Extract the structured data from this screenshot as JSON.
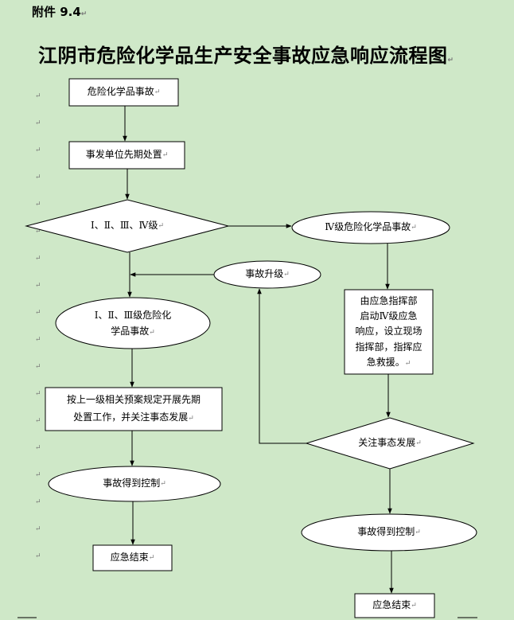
{
  "header": {
    "attachment_label": "附件 9.4",
    "title": "江阴市危险化学品生产安全事故应急响应流程图"
  },
  "flow": {
    "accident": "危险化学品事故",
    "first_response": "事发单位先期处置",
    "level_decision": "Ⅰ、Ⅱ、Ⅲ、Ⅳ级",
    "level4_accident": "Ⅳ级危险化学品事故",
    "upgrade": "事故升级",
    "level123_accident_line1": "Ⅰ、Ⅱ、Ⅲ级危险化",
    "level123_accident_line2": "学品事故",
    "command_line1": "由应急指挥部",
    "command_line2": "启动Ⅳ级应急",
    "command_line3": "响应，设立现场",
    "command_line4": "指挥部，指挥应",
    "command_line5": "急救援。",
    "higher_response_line1": "按上一级相关预案规定开展先期",
    "higher_response_line2": "处置工作，并关注事态发展",
    "monitor": "关注事态发展",
    "controlled_left": "事故得到控制",
    "controlled_right": "事故得到控制",
    "end_left": "应急结束",
    "end_right": "应急结束"
  },
  "colors": {
    "background": "#cfe8c8",
    "node_fill": "#ffffff",
    "stroke": "#000000"
  }
}
